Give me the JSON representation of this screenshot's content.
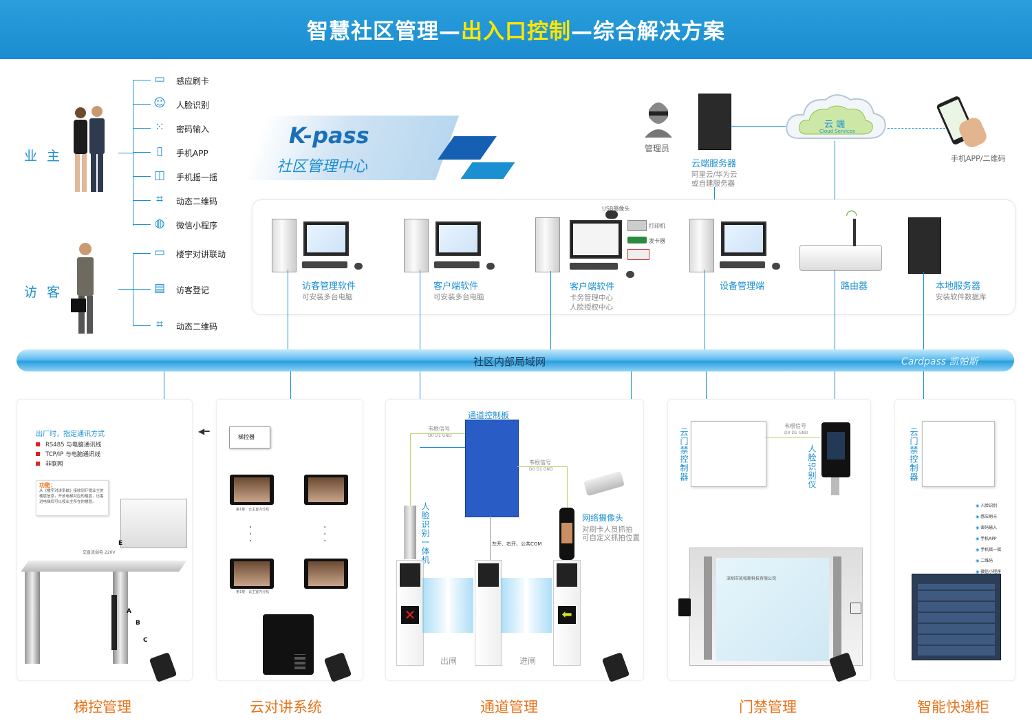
{
  "header": {
    "title_pre": "智慧社区管理—",
    "title_hl": "出入口控制",
    "title_post": "—综合解决方案"
  },
  "owner": {
    "label": "业 主",
    "items": [
      "感应刷卡",
      "人脸识别",
      "密码输入",
      "手机APP",
      "手机摇一摇",
      "动态二维码",
      "微信小程序"
    ]
  },
  "visitor": {
    "label": "访 客",
    "items": [
      "楼宇对讲联动",
      "访客登记",
      "动态二维码"
    ]
  },
  "brand": {
    "logo": "K-pass",
    "subtitle": "社区管理中心"
  },
  "top_right": {
    "admin": "管理员",
    "cloud_server": "云端服务器",
    "cloud_server_sub1": "阿里云/华为云",
    "cloud_server_sub2": "或自建服务器",
    "cloud_cn": "云 端",
    "cloud_en": "Cloud Services",
    "app": "手机APP/二维码"
  },
  "pcs": [
    {
      "title": "访客管理软件",
      "sub1": "可安装多台电脑",
      "sub2": ""
    },
    {
      "title": "客户端软件",
      "sub1": "可安装多台电脑",
      "sub2": ""
    },
    {
      "title": "客户端软件",
      "sub1": "卡务管理中心",
      "sub2": "人脸授权中心"
    },
    {
      "title": "设备管理端",
      "sub1": "",
      "sub2": ""
    },
    {
      "title": "路由器",
      "sub1": "",
      "sub2": ""
    },
    {
      "title": "本地服务器",
      "sub1": "安装软件数据库",
      "sub2": ""
    }
  ],
  "peripherals": {
    "usb_cam": "USB摄像头",
    "printer": "打印机",
    "card_issuer": "发卡器"
  },
  "lan": {
    "label": "社区内部局域网",
    "brand": "Cardpass 凯帕斯"
  },
  "elevator": {
    "note_title": "出厂时，指定通讯方式",
    "note_items": [
      "RS485 与电脑通讯线",
      "TCP/IP 与电脑通讯线",
      "非联网"
    ],
    "func_title": "功能：",
    "func_text": "从《楼宇对讲系统》接收到开锁业主的楼层信息，开放电梯对应的楼层，访客进电梯后可以按业主所在的楼层。",
    "controller": "梯控器",
    "power": "交直流弱电 220V",
    "letters": [
      "E",
      "A",
      "B",
      "C"
    ],
    "title": "梯控管理"
  },
  "intercom": {
    "monitor_caption": "第1楼：云主室内分机",
    "monitor_caption2": "第1楼：云主室内分机",
    "title": "云对讲系统"
  },
  "channel": {
    "board": "通道控制板",
    "wiegand": "韦根信号",
    "wiegand_pins": "D0  D1 GND",
    "face_device": "人脸识别一体机",
    "camera": "网络摄像头",
    "camera_sub1": "对刷卡人员抓拍",
    "camera_sub2": "可自定义抓拍位置",
    "io": "左开、右开、公共COM",
    "exit": "出闸",
    "entry": "进闸",
    "title": "通道管理"
  },
  "access": {
    "controller": "云门禁控制器",
    "wiegand": "韦根信号",
    "wiegand_pins": "D0  D1 GND",
    "face": "人脸识别仪",
    "company": "深圳市凯帕斯科技有限公司",
    "title": "门禁管理"
  },
  "locker": {
    "controller": "云门禁控制器",
    "items": [
      "人脸识别",
      "感应刷卡",
      "密码输入",
      "手机APP",
      "手机摇一摇",
      "二维码",
      "微信小程序"
    ],
    "title": "智能快递柜"
  },
  "colors": {
    "primary": "#1b8fd2",
    "orange": "#e8731b",
    "header": "#1a8cd0",
    "highlight": "#ffe600"
  }
}
